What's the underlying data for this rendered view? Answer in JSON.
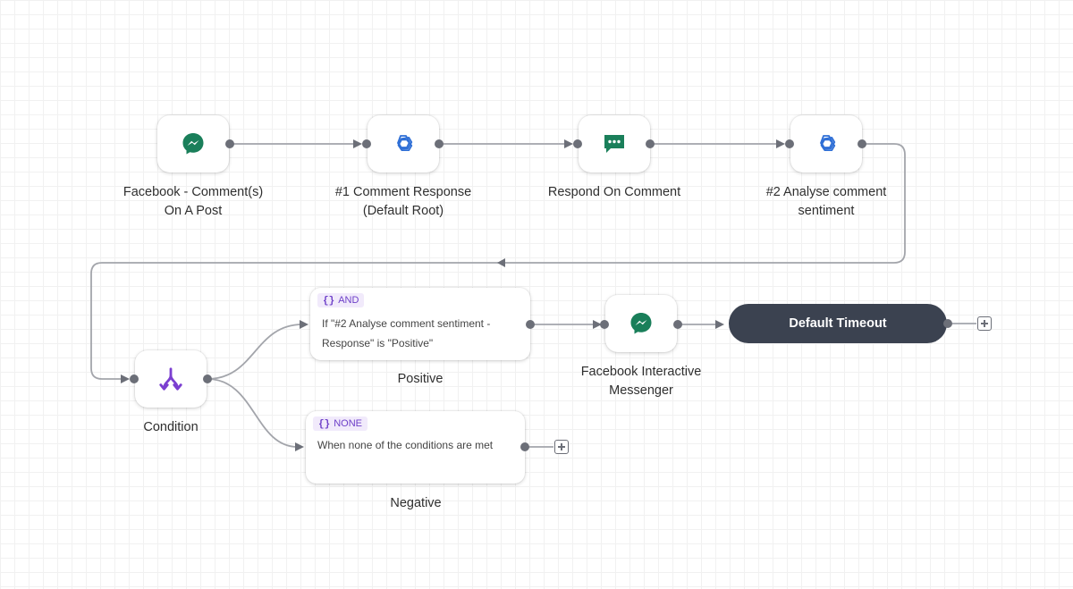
{
  "nodes": {
    "facebook_comment": {
      "label_line1": "Facebook - Comment(s)",
      "label_line2": "On A Post",
      "icon": "messenger-icon"
    },
    "comment_response": {
      "label_line1": "#1 Comment Response",
      "label_line2": "(Default Root)",
      "icon": "openai-icon"
    },
    "respond_on_comment": {
      "label_line1": "Respond On Comment",
      "icon": "chat-bubble-icon"
    },
    "analyse_sentiment": {
      "label_line1": "#2 Analyse comment",
      "label_line2": "sentiment",
      "icon": "openai-icon"
    },
    "condition": {
      "label_line1": "Condition",
      "icon": "split-arrows-icon"
    },
    "interactive_messenger": {
      "label_line1": "Facebook Interactive",
      "label_line2": "Messenger",
      "icon": "messenger-icon"
    },
    "default_timeout": {
      "label": "Default Timeout"
    }
  },
  "branches": {
    "positive": {
      "tag_symbol": "{}",
      "tag_text": "AND",
      "text_line1": "If \"#2 Analyse comment sentiment -",
      "text_line2": "Response\" is \"Positive\"",
      "label": "Positive"
    },
    "negative": {
      "tag_symbol": "{}",
      "tag_text": "NONE",
      "text_line1": "When none of the conditions are met",
      "label": "Negative"
    }
  },
  "colors": {
    "messenger": "#1a7f5a",
    "openai": "#2f6fd6",
    "chat": "#1a7f5a",
    "condition": "#7b3fd0",
    "wire": "#a3a5ab",
    "dot": "#6c6f78",
    "timeout_bg": "#3b4250"
  }
}
